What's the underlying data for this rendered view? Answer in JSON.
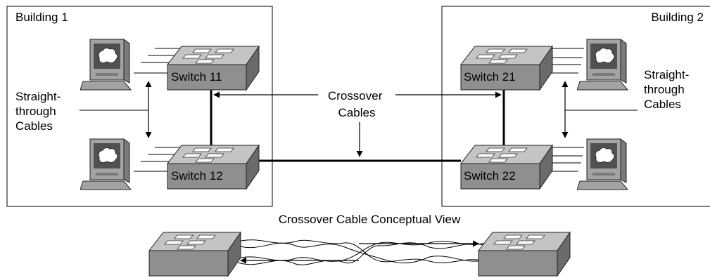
{
  "buildings": [
    {
      "label": "Building 1"
    },
    {
      "label": "Building 2"
    }
  ],
  "switches": [
    {
      "label": "Switch 11"
    },
    {
      "label": "Switch 12"
    },
    {
      "label": "Switch 21"
    },
    {
      "label": "Switch 22"
    }
  ],
  "annotations": {
    "straight_left": [
      "Straight-",
      "through",
      "Cables"
    ],
    "straight_right": [
      "Straight-",
      "through",
      "Cables"
    ],
    "crossover": [
      "Crossover",
      "Cables"
    ]
  },
  "conceptual_view": {
    "title": "Crossover Cable Conceptual View"
  },
  "colors": {
    "switch_top": "#c4c4c4",
    "switch_front": "#8f8f8f",
    "switch_side": "#6a6a6a",
    "pc_body": "#a3a3a3",
    "pc_dark": "#505050",
    "line": "#000000"
  }
}
